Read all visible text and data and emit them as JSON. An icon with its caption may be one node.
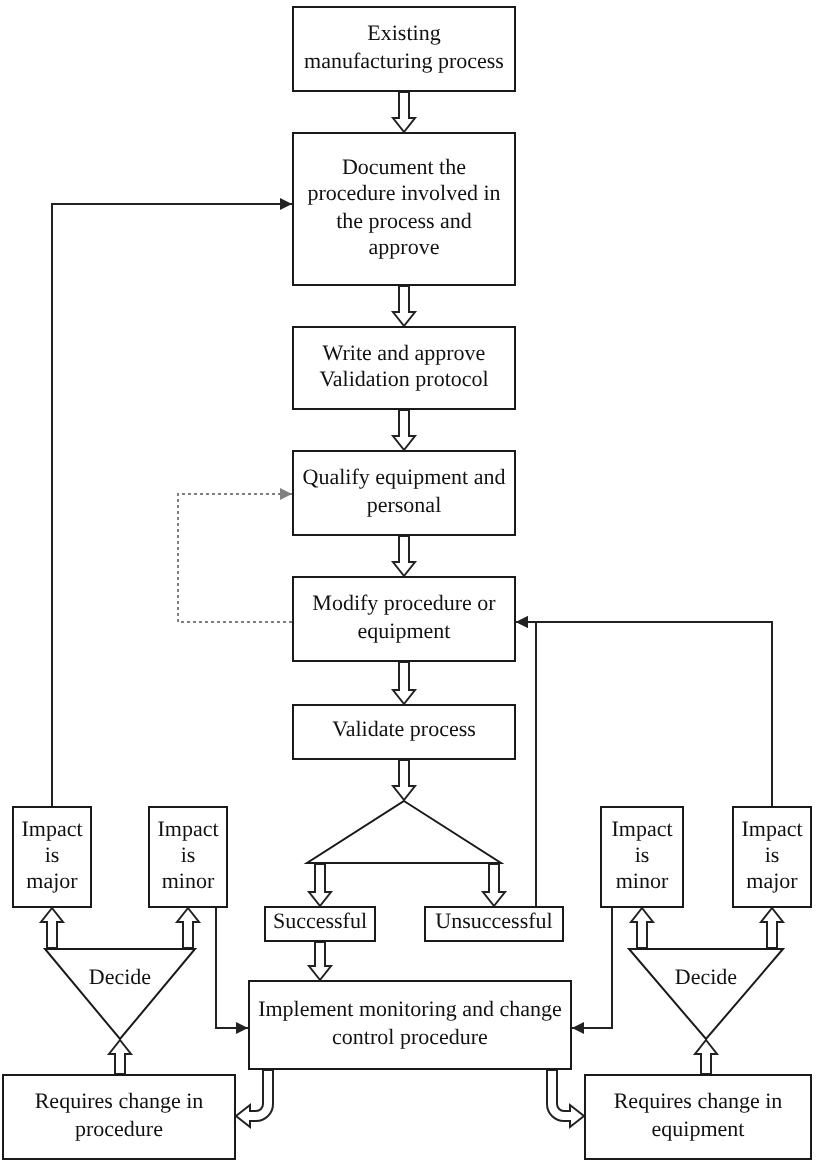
{
  "diagram": {
    "nodes": [
      {
        "text": [
          "Existing manufacturing process"
        ]
      },
      {
        "text": [
          "Document the procedure involved in the process and approve"
        ]
      },
      {
        "text": [
          "Write and approve Validation protocol"
        ]
      },
      {
        "text": [
          "Qualify equipment and personal"
        ]
      },
      {
        "text": [
          "Modify procedure or equipment"
        ]
      },
      {
        "text": [
          "Validate process"
        ]
      },
      {
        "text": [],
        "shape": "triangle"
      },
      {
        "text": [
          "Impact is major"
        ]
      },
      {
        "text": [
          "Impact is minor"
        ]
      },
      {
        "text": [
          "Impact is minor"
        ]
      },
      {
        "text": [
          "Impact is major"
        ]
      },
      {
        "text": [
          "Successful"
        ]
      },
      {
        "text": [
          "Unsuccessful"
        ]
      },
      {
        "text": [
          "Decide"
        ]
      },
      {
        "text": [
          "Implement monitoring and change control procedure"
        ]
      },
      {
        "text": [
          "Decide"
        ]
      },
      {
        "text": [
          "Requires change in procedure"
        ]
      },
      {
        "text": [
          "Requires change in equipment"
        ]
      }
    ],
    "edges": [
      {
        "from": 0,
        "to": 1,
        "arrow": "to",
        "style": "thick"
      },
      {
        "from": 1,
        "to": 2,
        "arrow": "to",
        "style": "thick"
      },
      {
        "from": 2,
        "to": 3,
        "arrow": "to",
        "style": "thick"
      },
      {
        "from": 3,
        "to": 4,
        "arrow": "to",
        "style": "thick"
      },
      {
        "from": 4,
        "to": 5,
        "arrow": "to",
        "style": "thick"
      },
      {
        "from": 5,
        "to": 6,
        "arrow": "to",
        "style": "thick"
      },
      {
        "from": 6,
        "to": 11,
        "arrow": "to",
        "style": "thick"
      },
      {
        "from": 6,
        "to": 12,
        "arrow": "to",
        "style": "thick"
      },
      {
        "from": 11,
        "to": 14,
        "arrow": "to",
        "style": "thick"
      },
      {
        "from": 12,
        "to": 4,
        "arrow": "to"
      },
      {
        "from": 10,
        "to": 4,
        "arrow": "to"
      },
      {
        "from": 7,
        "to": 1,
        "arrow": "to"
      },
      {
        "from": 4,
        "to": 3,
        "arrow": "to",
        "style": "dashed",
        "color": "#808080"
      },
      {
        "from": 8,
        "to": 14,
        "arrow": "to"
      },
      {
        "from": 9,
        "to": 14,
        "arrow": "to"
      },
      {
        "from": 14,
        "to": 16,
        "arrow": "to",
        "style": "thick"
      },
      {
        "from": 14,
        "to": 17,
        "arrow": "to",
        "style": "thick"
      },
      {
        "from": 16,
        "to": 13,
        "arrow": "to",
        "style": "thick"
      },
      {
        "from": 13,
        "to": 7,
        "arrow": "to",
        "style": "thick"
      },
      {
        "from": 13,
        "to": 8,
        "arrow": "to",
        "style": "thick"
      },
      {
        "from": 17,
        "to": 15,
        "arrow": "to",
        "style": "thick"
      },
      {
        "from": 15,
        "to": 9,
        "arrow": "to",
        "style": "thick"
      },
      {
        "from": 15,
        "to": 10,
        "arrow": "to",
        "style": "thick"
      }
    ]
  }
}
